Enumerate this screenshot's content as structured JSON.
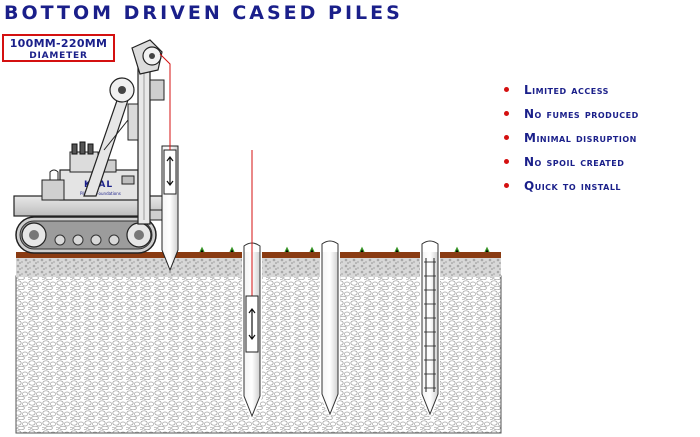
{
  "title": "BOTTOM DRIVEN CASED PILES",
  "diameter_box": {
    "line1": "100MM-220MM",
    "line2": "DIAMETER"
  },
  "rig_logo": {
    "text": "KTAL",
    "sub": "Piling & Foundations"
  },
  "benefits": [
    "Limited access",
    "No fumes produced",
    "Minimal disruption",
    "No spoil created",
    "Quick to install"
  ],
  "colors": {
    "title": "#1a1f8a",
    "accent_red": "#d41010",
    "topsoil": "#8a3b12",
    "grass": "#3a9a2a",
    "gravel": "#b8b8b8"
  }
}
